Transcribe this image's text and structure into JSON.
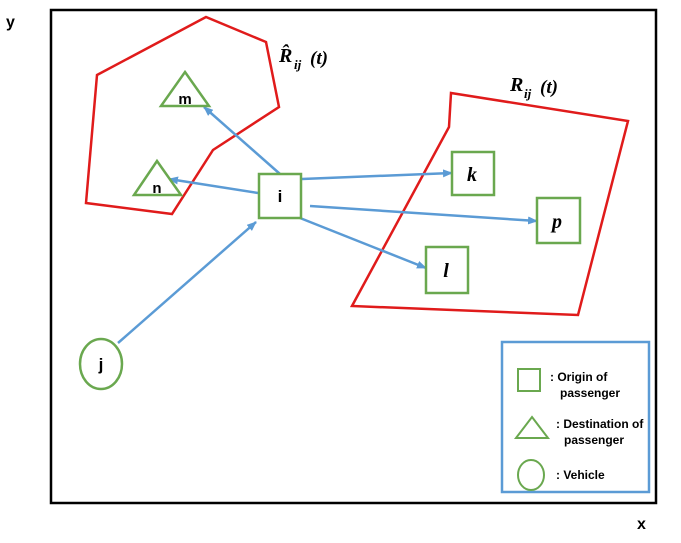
{
  "axes": {
    "x_label": "x",
    "y_label": "y"
  },
  "regions": {
    "r_hat_label_main": "R̂",
    "r_hat_label_sub": "ij",
    "r_hat_label_tail": "(t)",
    "r_label_main": "R",
    "r_label_sub": "ij",
    "r_label_tail": "(t)"
  },
  "nodes": {
    "i": "i",
    "k": "k",
    "p": "p",
    "l": "l",
    "m": "m",
    "n": "n",
    "j": "j"
  },
  "legend": {
    "origin_line1": ": Origin of",
    "origin_line2": "passenger",
    "destination_line1": ": Destination of",
    "destination_line2": "passenger",
    "vehicle": ": Vehicle"
  },
  "colors": {
    "region_border": "#e01b1b",
    "node_border": "#6aa84f",
    "arrow": "#5b9bd5",
    "legend_border": "#5b9bd5",
    "frame": "#000000"
  }
}
